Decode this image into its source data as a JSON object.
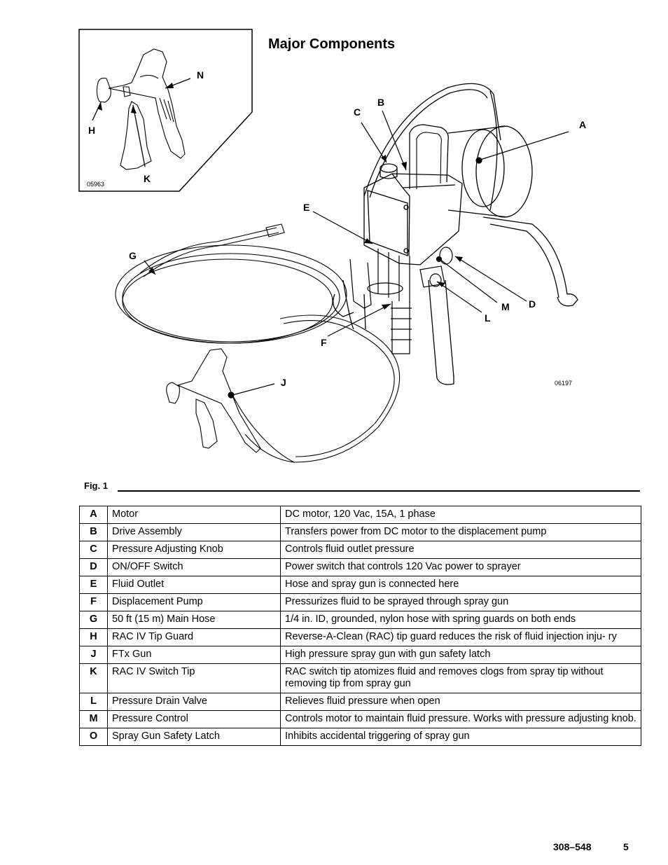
{
  "page_title": "Major Components",
  "figure": {
    "caption": "Fig. 1",
    "main_figure_number": "06197",
    "inset_figure_number": "05963",
    "callouts": {
      "A": "A",
      "B": "B",
      "C": "C",
      "D": "D",
      "E": "E",
      "F": "F",
      "G": "G",
      "H": "H",
      "J": "J",
      "K": "K",
      "L": "L",
      "M": "M",
      "N": "N"
    }
  },
  "components": [
    {
      "ref": "A",
      "name": "Motor",
      "description": "DC motor, 120 Vac, 15A, 1 phase"
    },
    {
      "ref": "B",
      "name": "Drive Assembly",
      "description": "Transfers power from DC motor to the displacement pump"
    },
    {
      "ref": "C",
      "name": "Pressure Adjusting Knob",
      "description": "Controls fluid outlet pressure"
    },
    {
      "ref": "D",
      "name": "ON/OFF Switch",
      "description": "Power switch that controls 120 Vac power to sprayer"
    },
    {
      "ref": "E",
      "name": "Fluid Outlet",
      "description": "Hose and spray gun is connected here"
    },
    {
      "ref": "F",
      "name": "Displacement Pump",
      "description": "Pressurizes fluid to be sprayed through spray gun"
    },
    {
      "ref": "G",
      "name": "50 ft (15 m)  Main Hose",
      "description": "1/4 in. ID, grounded, nylon hose with spring guards on both ends"
    },
    {
      "ref": "H",
      "name": "RAC IV Tip Guard",
      "description": "Reverse-A-Clean (RAC) tip guard reduces the risk of fluid injection inju- ry"
    },
    {
      "ref": "J",
      "name": "FTx Gun",
      "description": "High pressure spray gun with gun safety latch"
    },
    {
      "ref": "K",
      "name": "RAC IV Switch Tip",
      "description": "RAC switch tip atomizes fluid and removes clogs from spray tip without removing tip from spray gun"
    },
    {
      "ref": "L",
      "name": "Pressure Drain Valve",
      "description": "Relieves fluid pressure when open"
    },
    {
      "ref": "M",
      "name": "Pressure Control",
      "description": "Controls motor to maintain fluid pressure. Works with pressure adjusting knob."
    },
    {
      "ref": "O",
      "name": "Spray Gun Safety Latch",
      "description": "Inhibits accidental triggering of spray gun"
    }
  ],
  "footer": {
    "doc_number": "308–548",
    "page_number": "5"
  }
}
